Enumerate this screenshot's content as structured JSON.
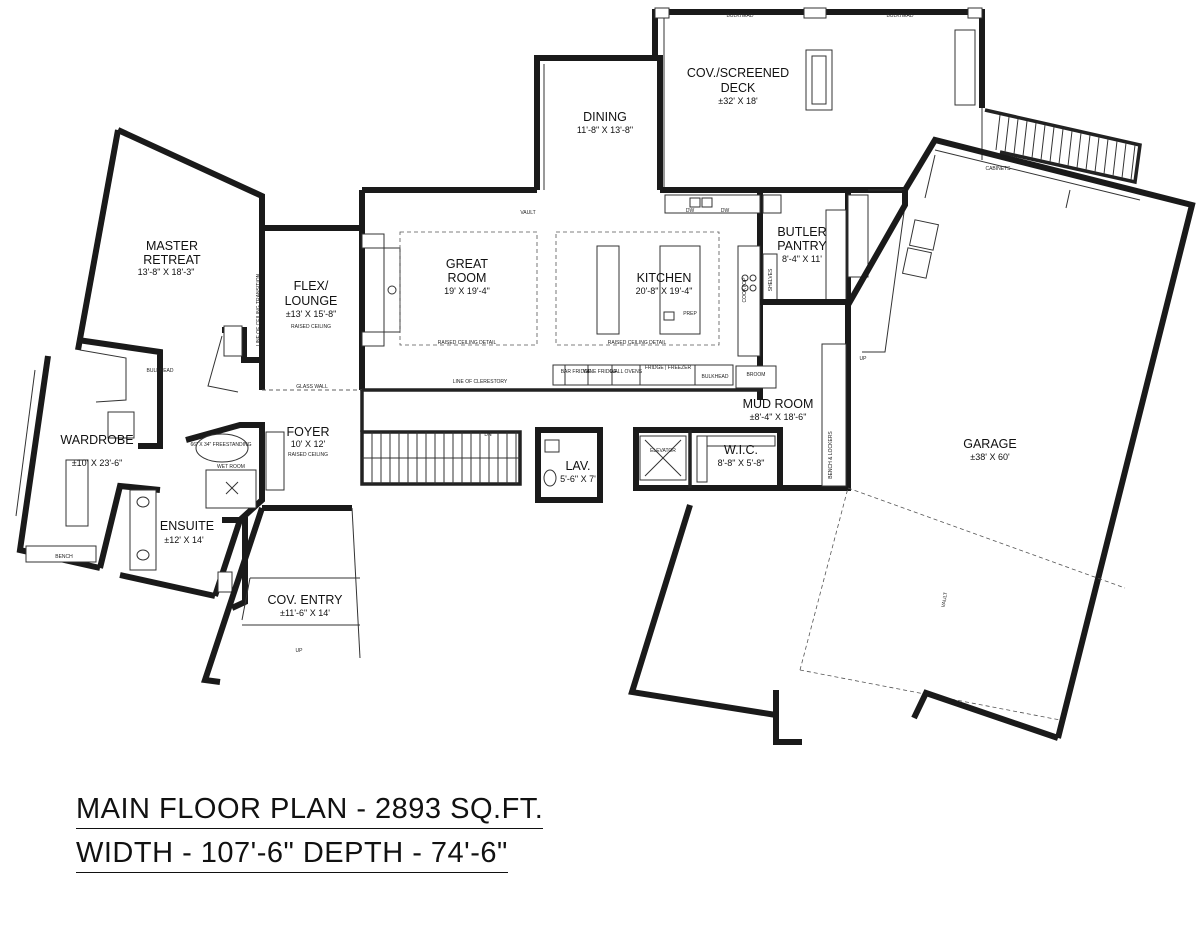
{
  "plan": {
    "title_line1": "MAIN FLOOR PLAN - 2893 SQ.FT.",
    "title_line2": "WIDTH - 107'-6\"  DEPTH - 74'-6\""
  },
  "rooms": {
    "deck": {
      "name1": "COV./SCREENED",
      "name2": "DECK",
      "dim": "±32' X 18'"
    },
    "dining": {
      "name1": "DINING",
      "dim": "11'-8\" X 13'-8\""
    },
    "master": {
      "name1": "MASTER",
      "name2": "RETREAT",
      "dim": "13'-8\" X 18'-3\""
    },
    "flex": {
      "name1": "FLEX/",
      "name2": "LOUNGE",
      "dim": "±13' X 15'-8\"",
      "note": "RAISED CEILING"
    },
    "great": {
      "name1": "GREAT",
      "name2": "ROOM",
      "dim": "19' X 19'-4\""
    },
    "kitchen": {
      "name1": "KITCHEN",
      "dim": "20'-8\" X 19'-4\""
    },
    "butler": {
      "name1": "BUTLER",
      "name2": "PANTRY",
      "dim": "8'-4\" X 11'"
    },
    "garage": {
      "name1": "GARAGE",
      "dim": "±38' X 60'"
    },
    "foyer": {
      "name1": "FOYER",
      "dim": "10' X 12'",
      "note": "RAISED CEILING"
    },
    "wardrobe": {
      "name1": "WARDROBE",
      "dim": "±10' X 23'-6\""
    },
    "ensuite": {
      "name1": "ENSUITE",
      "dim": "±12' X 14'"
    },
    "lav": {
      "name1": "LAV.",
      "dim": "5'-6\" X 7'"
    },
    "mudroom": {
      "name1": "MUD ROOM",
      "dim": "±8'-4\" X 18'-6\""
    },
    "wic": {
      "name1": "W.I.C.",
      "dim": "8'-8\" X 5'-8\""
    },
    "coventry": {
      "name1": "COV. ENTRY",
      "dim": "±11'-6\" X 14'"
    }
  },
  "notes": {
    "bulkhead": "BULKHEAD",
    "cabinets": "CABINETS",
    "dn": "DN",
    "up": "UP",
    "raised_ceiling_detail": "RAISED CEILING DETAIL",
    "line_of_clerestory": "LINE OF CLERESTORY",
    "glass_wall": "GLASS WALL",
    "broom": "BROOM",
    "elevator": "ELEVATOR",
    "prep": "PREP",
    "bench": "BENCH",
    "cooktop": "COOKTOP",
    "shelves": "SHELVES",
    "bench_lockers": "BENCH & LOCKERS",
    "tub": "66\" X 34\" FREESTANDING",
    "wet_room": "WET ROOM",
    "line_of_ceiling_transition": "LINE OF CEILING TRANSITION",
    "vault": "VAULT",
    "dw": "DW",
    "bar_fridge": "BAR FRIDGE",
    "wine_fridge": "WINE FRIDGE",
    "wall_ovens": "WALL OVENS",
    "fridge_freezer": "FRIDGE | FREEZER"
  }
}
